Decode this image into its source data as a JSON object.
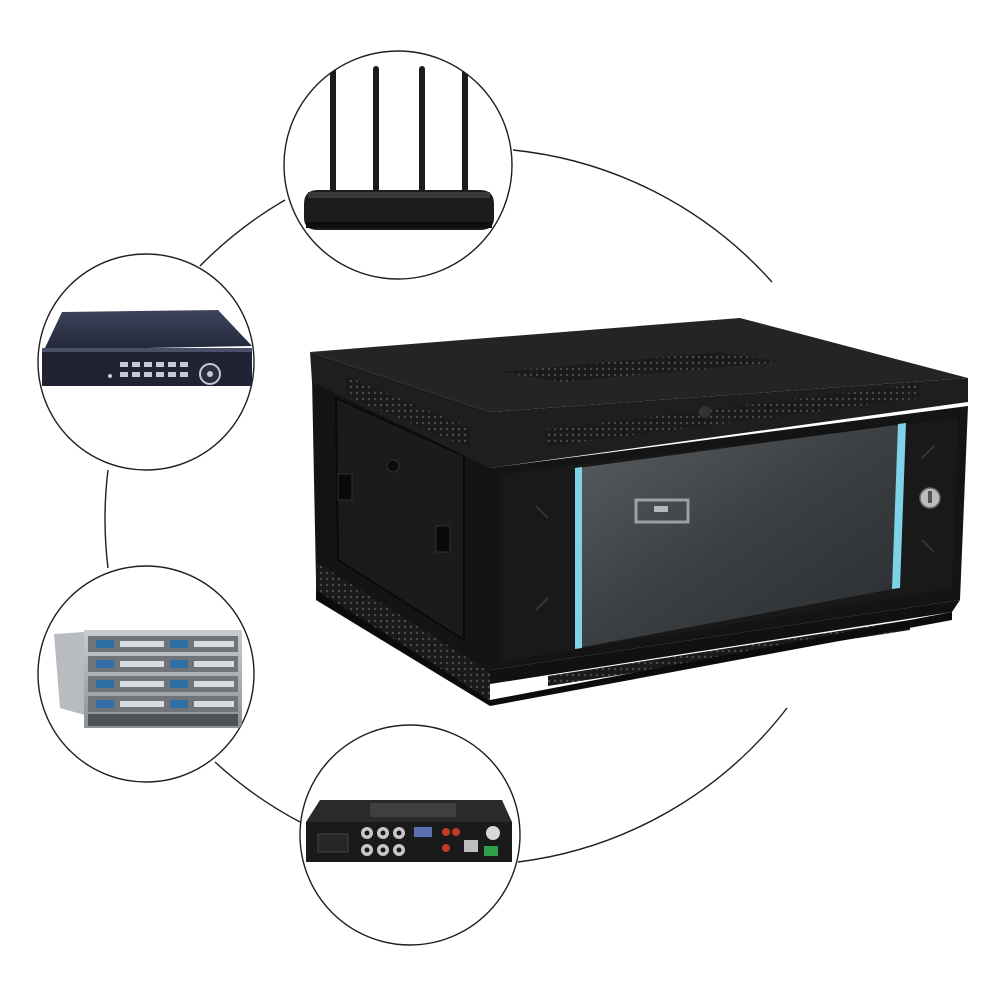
{
  "colors": {
    "background": "#ffffff",
    "outline": "#1e1e1e",
    "cabinet_body": "#161616",
    "cabinet_top": "#232323",
    "glass": "#3a3d3f",
    "door_trim": "#7fd3e6",
    "router": "#1c1c1c",
    "dvr_body": "#2c3044",
    "server_metal": "#9ea3a8",
    "server_accent": "#2f6fa5",
    "recorder_body": "#1a1a1a"
  },
  "devices": [
    {
      "name": "router",
      "icon": "wifi-router-icon"
    },
    {
      "name": "dvr",
      "icon": "dvr-recorder-icon"
    },
    {
      "name": "blade-server",
      "icon": "server-chassis-icon"
    },
    {
      "name": "security-recorder",
      "icon": "nvr-back-panel-icon"
    }
  ],
  "main_product": {
    "name": "wall-mount-network-cabinet",
    "icon": "network-cabinet-icon"
  }
}
